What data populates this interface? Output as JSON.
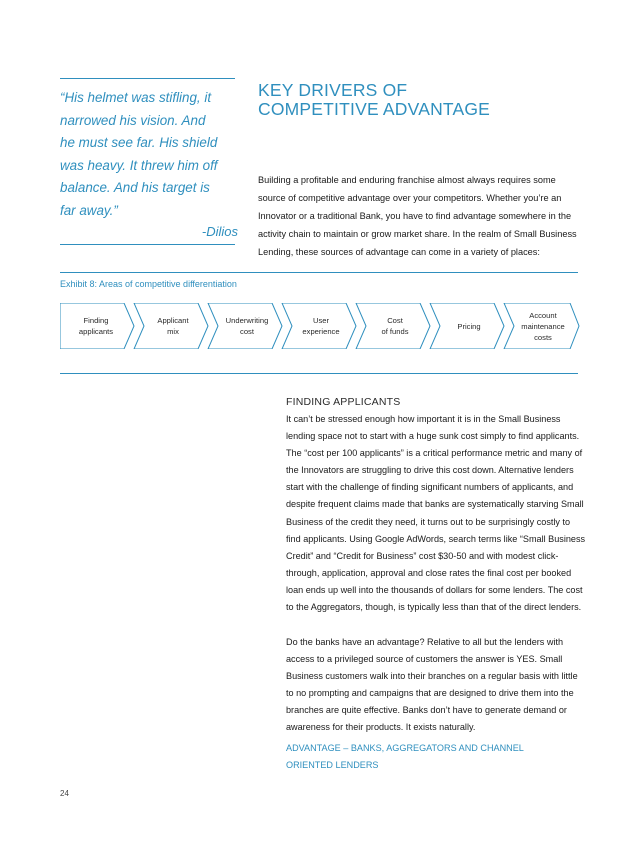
{
  "quote": {
    "lines": [
      "“His helmet was stifling, it",
      "narrowed his vision. And",
      "he must see far. His shield",
      "was heavy. It threw him off",
      "balance. And his target is",
      "far away.”"
    ],
    "attribution": "-Dilios"
  },
  "headline": {
    "line1": "KEY DRIVERS OF",
    "line2": "COMPETITIVE ADVANTAGE"
  },
  "intro": "Building a profitable and enduring franchise almost always requires some source of competitive advantage over your competitors. Whether you’re an Innovator or a traditional Bank, you have to find advantage somewhere in the activity chain to maintain or grow market share. In the realm of Small Business Lending, these sources of advantage can come in a variety of places:",
  "exhibit": {
    "title": "Exhibit 8: Areas of competitive differentiation",
    "steps": [
      "Finding\napplicants",
      "Applicant\nmix",
      "Underwriting\ncost",
      "User\nexperience",
      "Cost\nof funds",
      "Pricing",
      "Account\nmaintenance\ncosts"
    ]
  },
  "section": {
    "heading": "FINDING APPLICANTS",
    "paragraph1": "It can’t be stressed enough how important it is in the Small Business lending space not to start with a huge sunk cost simply to find applicants. The “cost per 100 applicants” is a critical performance metric and many of the Innovators are struggling to drive this cost down. Alternative lenders start with the challenge of finding significant numbers of applicants, and despite frequent claims made that banks are systematically starving Small Business of the credit they need, it turns out to be surprisingly costly to find applicants. Using Google AdWords, search terms like “Small Business Credit” and “Credit for Business” cost $30-50 and with modest click-through, application, approval and close rates the final cost per booked loan ends up well into the thousands of dollars for some lenders. The cost to the Aggregators, though, is typically less than that of the direct lenders.",
    "paragraph2": "Do the banks have an advantage? Relative to all but the lenders with access to a privileged source of customers the answer is YES. Small Business customers walk into their branches on a regular basis with little to no prompting and campaigns that are designed to drive them into the branches are quite effective. Banks don’t have to generate demand or awareness for their products. It exists naturally.",
    "advantage_line1": "ADVANTAGE – BANKS, AGGREGATORS AND CHANNEL",
    "advantage_line2": "ORIENTED LENDERS"
  },
  "page_number": "24",
  "colors": {
    "accent": "#2f8fbe",
    "text": "#1a1a1a"
  }
}
